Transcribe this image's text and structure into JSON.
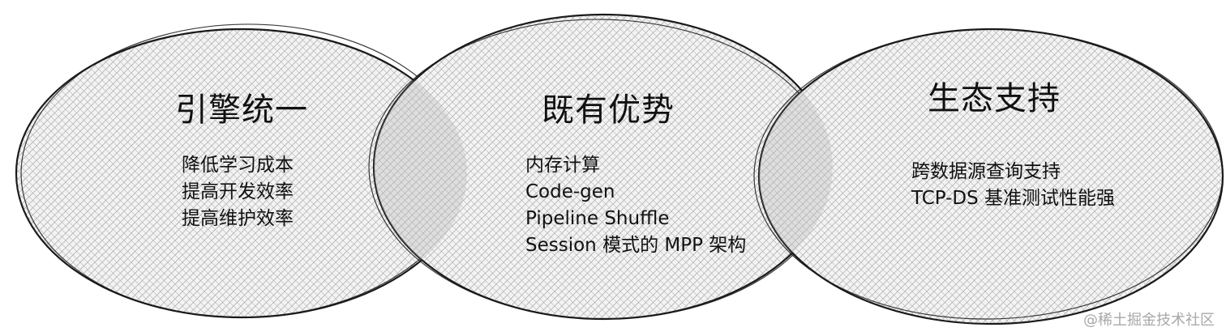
{
  "circles": [
    {
      "title": "引擎统一",
      "items": [
        "降低学习成本",
        "提高开发效率",
        "提高维护效率"
      ]
    },
    {
      "title": "既有优势",
      "items": [
        "内存计算",
        "Code-gen",
        "Pipeline Shuffle",
        "Session 模式的 MPP 架构"
      ]
    },
    {
      "title": "生态支持",
      "items": [
        "跨数据源查询支持",
        "TCP-DS 基准测试性能强"
      ]
    }
  ],
  "watermark": "@稀土掘金技术社区",
  "colors": {
    "stroke": "#1a1a1a",
    "hatch": "#9a9a9a",
    "background": "#ffffff",
    "watermark": "#a8a8a8"
  }
}
